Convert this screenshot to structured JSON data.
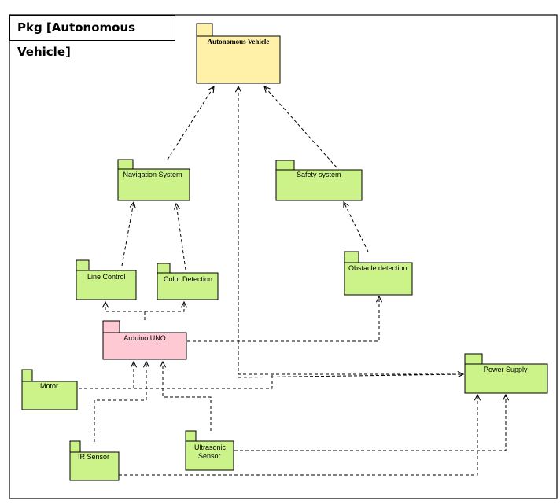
{
  "frame": {
    "title": "Pkg [Autonomous Vehicle]"
  },
  "colors": {
    "root_fill": "#FFF1A8",
    "component_fill": "#CCF28A",
    "controller_fill": "#FFC9D3",
    "stroke": "#000000"
  },
  "packages": {
    "autonomous_vehicle": "Autonomous Vehicle",
    "navigation_system": "Navigation System",
    "safety_system": "Safety system",
    "line_control": "Line Control",
    "color_detection": "Color Detection",
    "obstacle_detection": "Obstacle detection",
    "arduino_uno": "Arduino UNO",
    "motor": "Motor",
    "power_supply": "Power Supply",
    "ir_sensor": "IR Sensor",
    "ultrasonic_sensor_line1": "Ultrasonic",
    "ultrasonic_sensor_line2": "Sensor"
  }
}
